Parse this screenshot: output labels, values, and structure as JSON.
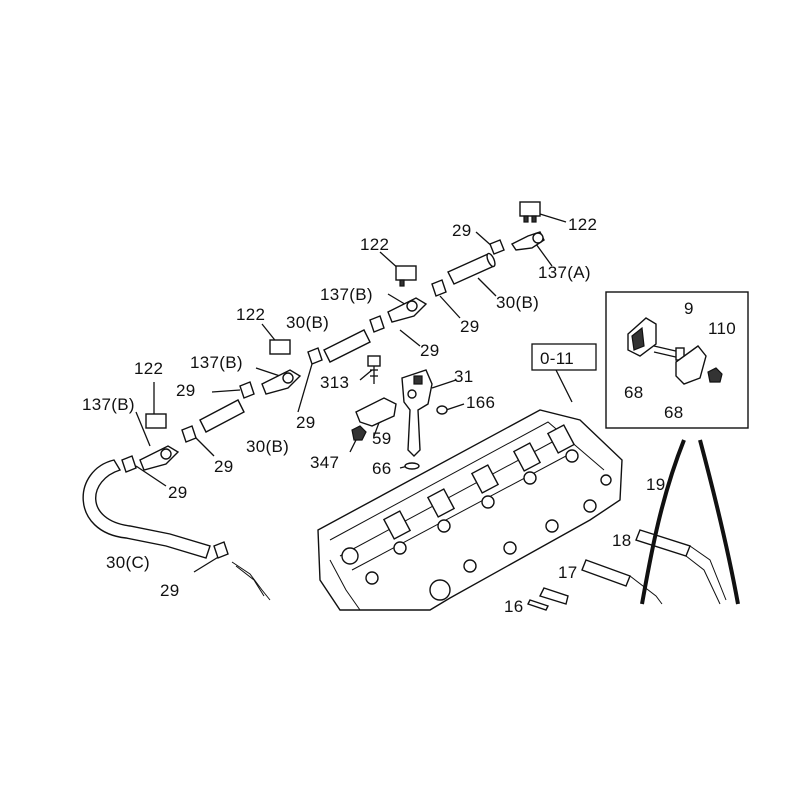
{
  "labels": {
    "p122_a": "122",
    "p29_a": "29",
    "p137a": "137(A)",
    "p30b_a": "30(B)",
    "p122_b": "122",
    "p137b_a": "137(B)",
    "p29_b": "29",
    "p30b_b": "30(B)",
    "p29_c": "29",
    "p122_c": "122",
    "p137b_b": "137(B)",
    "p29_d": "29",
    "p313": "313",
    "p31": "31",
    "p166": "166",
    "p59": "59",
    "p347": "347",
    "p66": "66",
    "p122_d": "122",
    "p137b_c": "137(B)",
    "p29_e": "29",
    "p30b_c": "30(B)",
    "p29_f": "29",
    "p29_g": "29",
    "p30c": "30(C)",
    "p29_h": "29",
    "p0_11": "0-11",
    "p19": "19",
    "p18": "18",
    "p17": "17",
    "p16": "16",
    "p9": "9",
    "p110": "110",
    "p68_a": "68",
    "p68_b": "68"
  }
}
